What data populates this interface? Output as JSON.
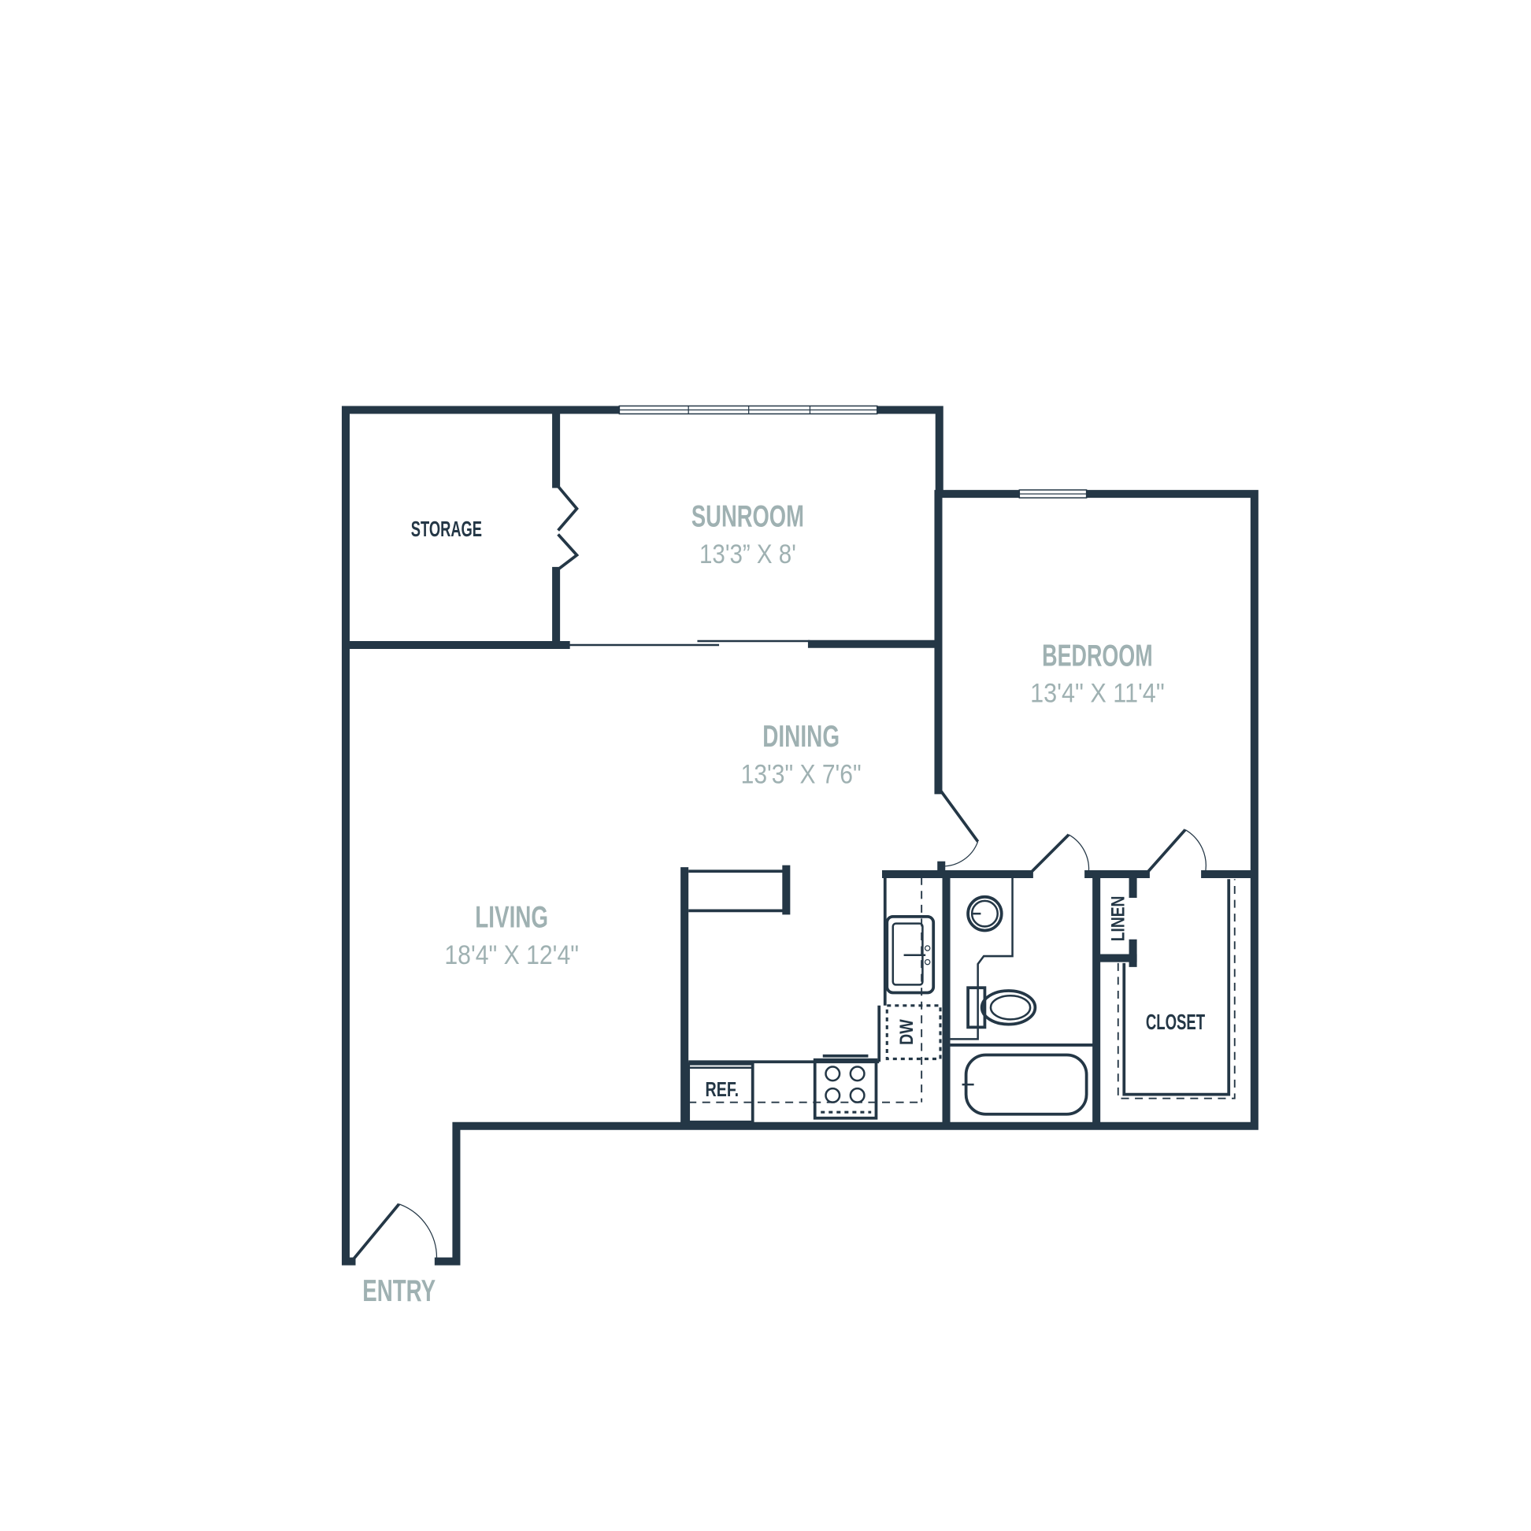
{
  "colors": {
    "wall": "#243746",
    "room_label": "#9fb1b2",
    "background": "#ffffff"
  },
  "rooms": {
    "storage": {
      "name": "STORAGE"
    },
    "sunroom": {
      "name": "SUNROOM",
      "dims": "13'3” X 8'"
    },
    "bedroom": {
      "name": "BEDROOM",
      "dims": "13'4\" X 11'4\""
    },
    "dining": {
      "name": "DINING",
      "dims": "13'3\" X 7'6\""
    },
    "living": {
      "name": "LIVING",
      "dims": "18'4\" X 12'4\""
    },
    "entry": {
      "name": "ENTRY"
    },
    "closet": {
      "name": "CLOSET"
    },
    "linen": {
      "name": "LINEN"
    }
  },
  "appliances": {
    "refrigerator": "REF.",
    "dishwasher": "DW"
  }
}
